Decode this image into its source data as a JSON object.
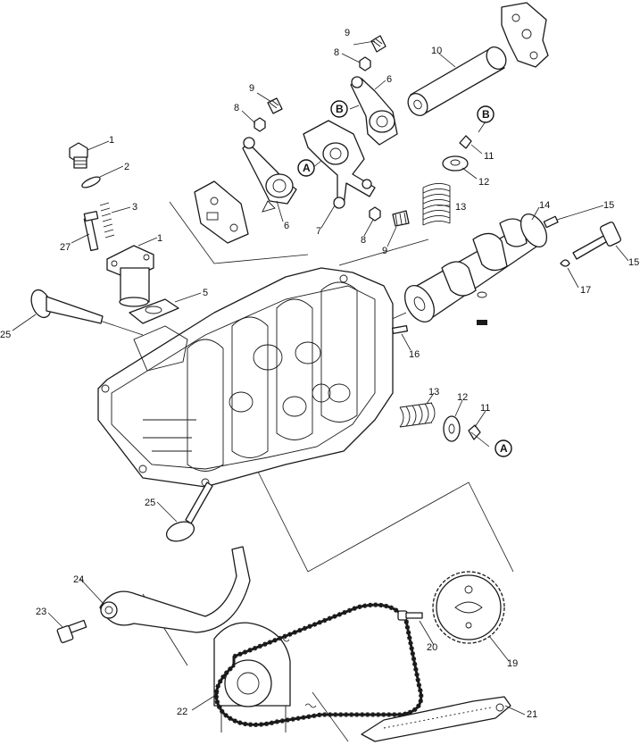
{
  "labels": {
    "l1a": "1",
    "l2": "2",
    "l3": "3",
    "l27": "27",
    "l1b": "1",
    "l5": "5",
    "l25a": "25",
    "l9a": "9",
    "l8a": "8",
    "l10": "10",
    "l9b": "9",
    "l8b": "8",
    "l6a": "6",
    "l6b": "6",
    "l7": "7",
    "l8c": "8",
    "l9c": "9",
    "l11a": "11",
    "l12a": "12",
    "l13a": "13",
    "l14": "14",
    "l15a": "15",
    "l15b": "15",
    "l17": "17",
    "l16": "16",
    "l13b": "13",
    "l12b": "12",
    "l11b": "11",
    "l25b": "25",
    "l24": "24",
    "l23": "23",
    "l20": "20",
    "l19": "19",
    "l22": "22",
    "l21": "21"
  },
  "callouts": {
    "a1": "A",
    "b1": "B",
    "b2": "B",
    "a2": "A"
  },
  "colors": {
    "line": "#1a1a1a",
    "background": "#ffffff"
  }
}
